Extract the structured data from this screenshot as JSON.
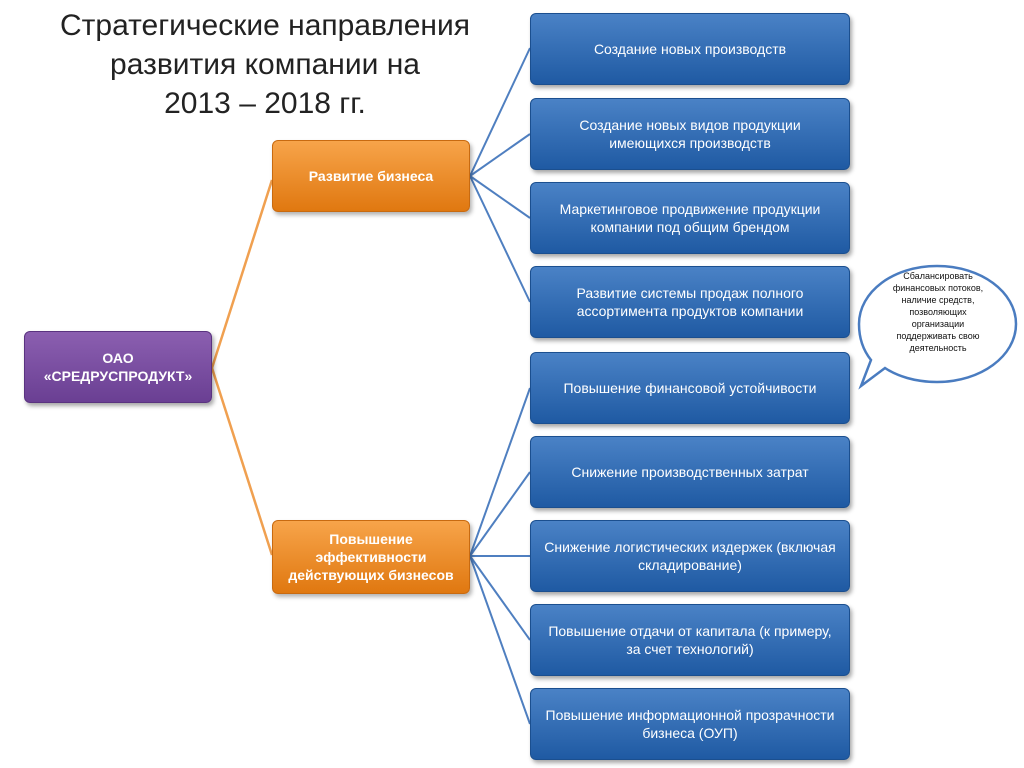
{
  "title": {
    "line1": "Стратегические направления",
    "line2": "развития компании на",
    "line3": "2013 – 2018 гг."
  },
  "root": {
    "line1": "ОАО",
    "line2": "«СРЕДРУСПРОДУКТ»"
  },
  "branches": [
    {
      "label": "Развитие бизнеса"
    },
    {
      "label": "Повышение эффективности действующих бизнесов"
    }
  ],
  "items": [
    "Создание новых производств",
    "Создание новых видов продукции имеющихся производств",
    "Маркетинговое продвижение продукции компании под общим брендом",
    "Развитие системы продаж полного ассортимента продуктов компании",
    "Повышение финансовой устойчивости",
    "Снижение производственных затрат",
    "Снижение логистических издержек (включая складирование)",
    "Повышение отдачи от капитала (к примеру, за счет технологий)",
    "Повышение информационной прозрачности бизнеса (ОУП)"
  ],
  "callout": {
    "text": "Сбалансировать финансовых потоков, наличие средств, позволяющих организации поддерживать свою деятельность"
  },
  "colors": {
    "connector_orange": "#f0a050",
    "connector_blue": "#4f7fc0",
    "callout_border": "#4a7cc0"
  }
}
